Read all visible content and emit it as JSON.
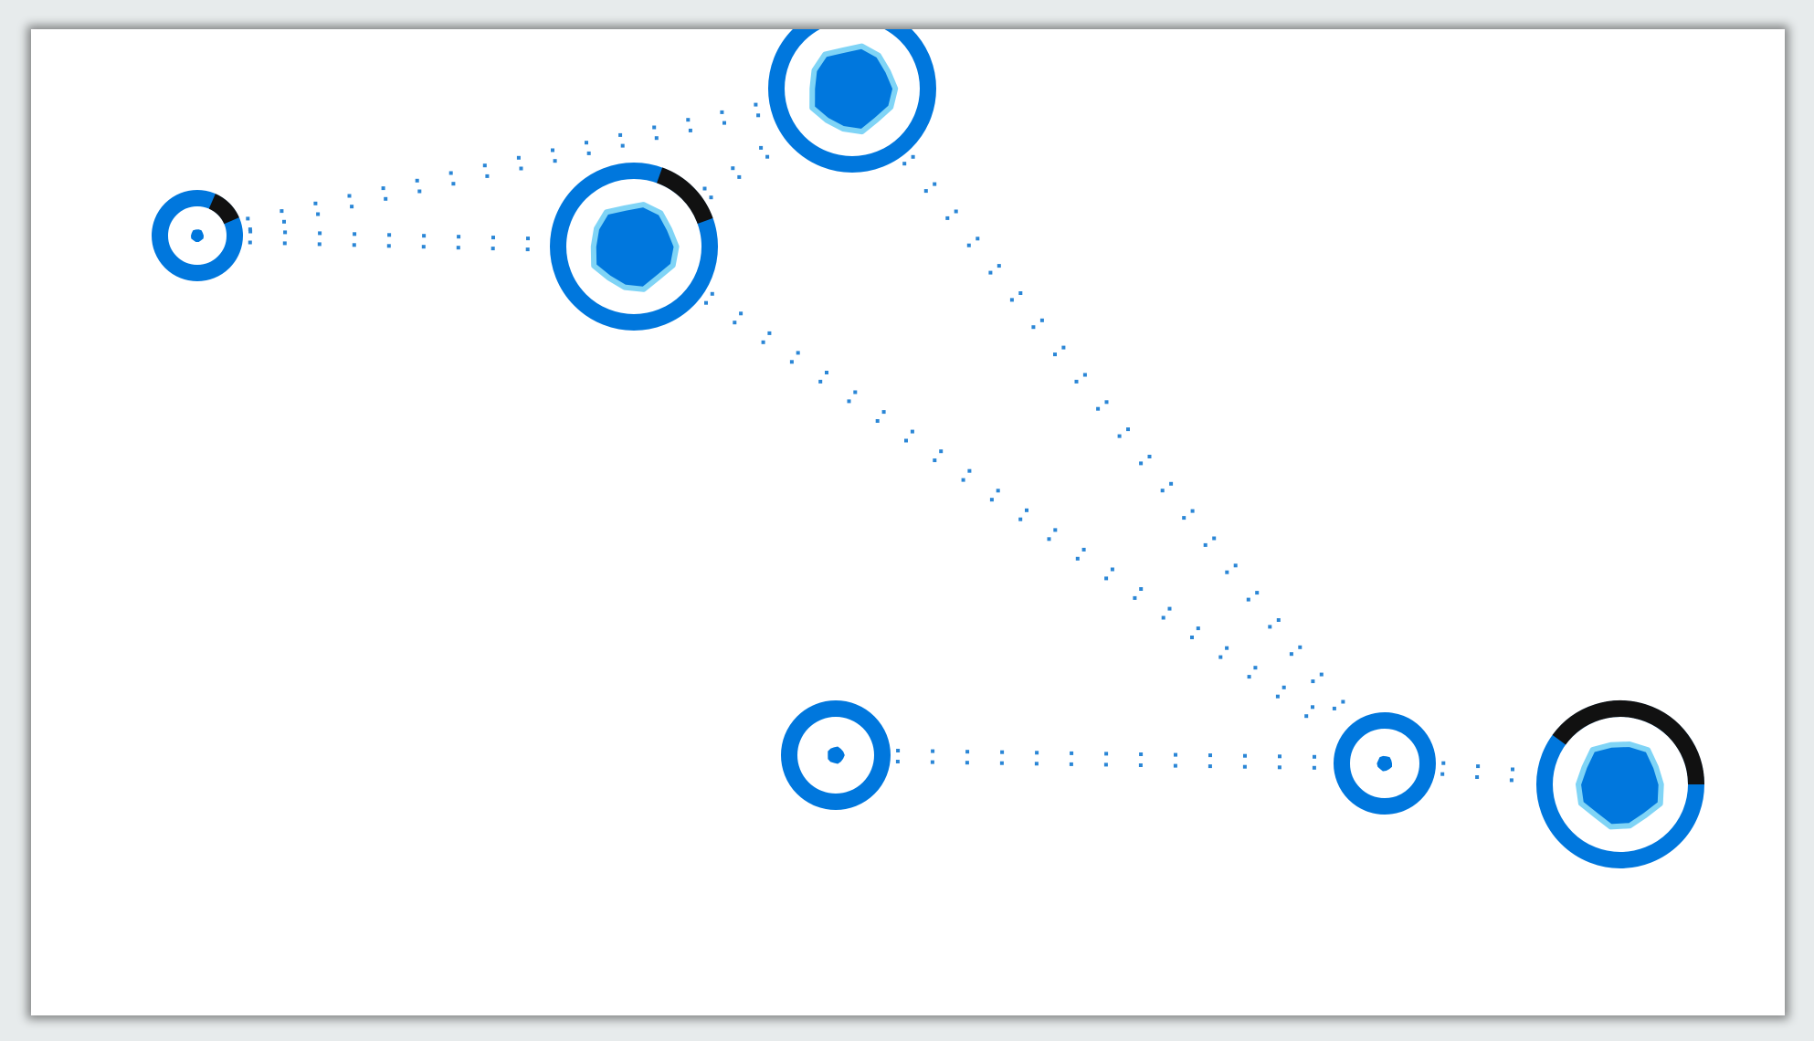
{
  "colors": {
    "background": "#ffffff",
    "player": "#0077dd",
    "player_glow": "#7fd4f6",
    "neutral_ring": "#111111",
    "dot": "#2a86d6"
  },
  "cells": [
    {
      "id": "a",
      "owner": "player",
      "control_fraction": 0.88,
      "size": "small"
    },
    {
      "id": "b",
      "owner": "player",
      "control_fraction": 0.86,
      "size": "large"
    },
    {
      "id": "c",
      "owner": "player",
      "control_fraction": 1.0,
      "size": "large"
    },
    {
      "id": "d",
      "owner": "player",
      "control_fraction": 1.0,
      "size": "small"
    },
    {
      "id": "e",
      "owner": "player",
      "control_fraction": 1.0,
      "size": "small"
    },
    {
      "id": "f",
      "owner": "player",
      "control_fraction": 0.6,
      "size": "large"
    }
  ],
  "links": [
    {
      "from": "a",
      "to": "b"
    },
    {
      "from": "a",
      "to": "c"
    },
    {
      "from": "b",
      "to": "c"
    },
    {
      "from": "c",
      "to": "e"
    },
    {
      "from": "b",
      "to": "e"
    },
    {
      "from": "d",
      "to": "e"
    },
    {
      "from": "e",
      "to": "f"
    }
  ]
}
